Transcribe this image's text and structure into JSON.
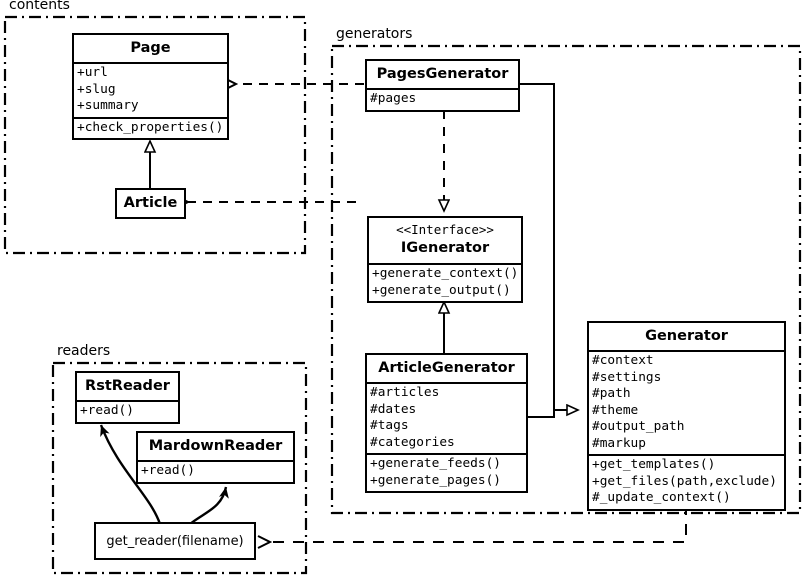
{
  "diagram": {
    "kind": "uml-class-diagram",
    "background_color": "#ffffff",
    "line_color": "#000000"
  },
  "packages": [
    {
      "id": "contents",
      "label": "contents"
    },
    {
      "id": "generators",
      "label": "generators"
    },
    {
      "id": "readers",
      "label": "readers"
    }
  ],
  "classes": {
    "page": {
      "name": "Page",
      "stereotype": "",
      "attributes": [
        "+url",
        "+slug",
        "+summary"
      ],
      "operations": [
        "+check_properties()"
      ]
    },
    "article": {
      "name": "Article",
      "stereotype": "",
      "attributes": [],
      "operations": []
    },
    "pages_generator": {
      "name": "PagesGenerator",
      "stereotype": "",
      "attributes": [
        "#pages"
      ],
      "operations": []
    },
    "igenerator": {
      "name": "IGenerator",
      "stereotype": "<<Interface>>",
      "attributes": [],
      "operations": [
        "+generate_context()",
        "+generate_output()"
      ]
    },
    "article_generator": {
      "name": "ArticleGenerator",
      "stereotype": "",
      "attributes": [
        "#articles",
        "#dates",
        "#tags",
        "#categories"
      ],
      "operations": [
        "+generate_feeds()",
        "+generate_pages()"
      ]
    },
    "generator": {
      "name": "Generator",
      "stereotype": "",
      "attributes": [
        "#context",
        "#settings",
        "#path",
        "#theme",
        "#output_path",
        "#markup"
      ],
      "operations": [
        "+get_templates()",
        "+get_files(path,exclude)",
        "#_update_context()"
      ]
    },
    "rst_reader": {
      "name": "RstReader",
      "stereotype": "",
      "attributes": [],
      "operations": [
        "+read()"
      ]
    },
    "mardown_reader": {
      "name": "MardownReader",
      "stereotype": "",
      "attributes": [],
      "operations": [
        "+read()"
      ]
    }
  },
  "functions": {
    "get_reader": {
      "label": "get_reader(filename)"
    }
  },
  "relationships": [
    {
      "from": "pages_generator",
      "to": "page",
      "type": "dependency",
      "style": "dashed-open-arrow"
    },
    {
      "from": "generators",
      "to": "article",
      "type": "dependency",
      "style": "dashed-open-arrow"
    },
    {
      "from": "pages_generator",
      "to": "igenerator",
      "type": "realization",
      "style": "dashed-hollow-triangle"
    },
    {
      "from": "article_generator",
      "to": "igenerator",
      "type": "realization",
      "style": "solid-hollow-triangle"
    },
    {
      "from": "article",
      "to": "page",
      "type": "inheritance",
      "style": "solid-hollow-triangle"
    },
    {
      "from": "pages_generator",
      "to": "generator",
      "type": "inheritance",
      "style": "solid-hollow-triangle"
    },
    {
      "from": "article_generator",
      "to": "generator",
      "type": "inheritance",
      "style": "solid-hollow-triangle"
    },
    {
      "from": "get_reader",
      "to": "rst_reader",
      "type": "call",
      "style": "curved-solid-arrow"
    },
    {
      "from": "get_reader",
      "to": "mardown_reader",
      "type": "call",
      "style": "curved-solid-arrow"
    },
    {
      "from": "generator",
      "to": "get_reader",
      "type": "dependency",
      "style": "dashed-open-arrow"
    }
  ]
}
